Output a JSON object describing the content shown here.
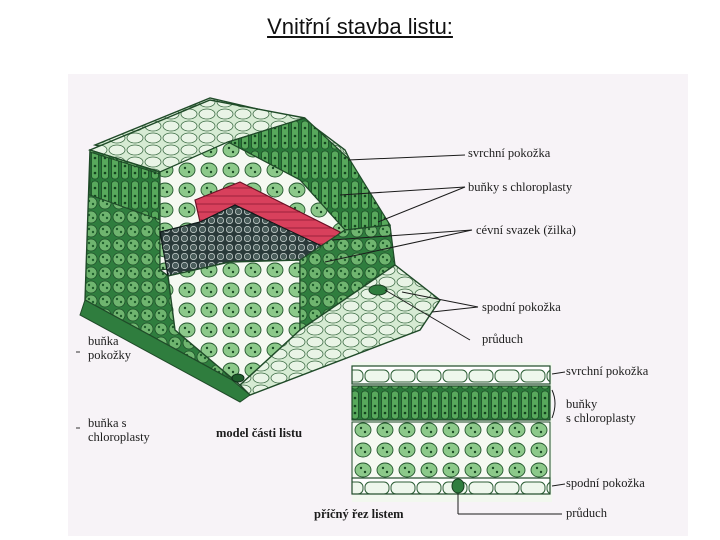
{
  "title": "Vnitřní stavba listu:",
  "model": {
    "caption": "model části listu",
    "labels": {
      "upper_epidermis": "svrchní pokožka",
      "chloroplast_cells": "buňky s chloroplasty",
      "vascular_bundle": "cévní svazek (žilka)",
      "lower_epidermis": "spodní pokožka",
      "stoma": "průduch",
      "epidermal_cell": "buňka\npokožky",
      "chloroplast_cell": "buňka s\nchloroplasty"
    }
  },
  "cross_section": {
    "caption": "příčný řez listem",
    "labels": {
      "upper_epidermis": "svrchní pokožka",
      "chloroplast_cells": "buňky\ns chloroplasty",
      "lower_epidermis": "spodní pokožka",
      "stoma": "průduch"
    }
  },
  "colors": {
    "leaf_green": "#3f8f4a",
    "dark_green": "#1f5e2c",
    "light_green": "#cfe8cc",
    "vascular_red": "#d8405c",
    "vascular_dark": "#2a3a3a"
  }
}
